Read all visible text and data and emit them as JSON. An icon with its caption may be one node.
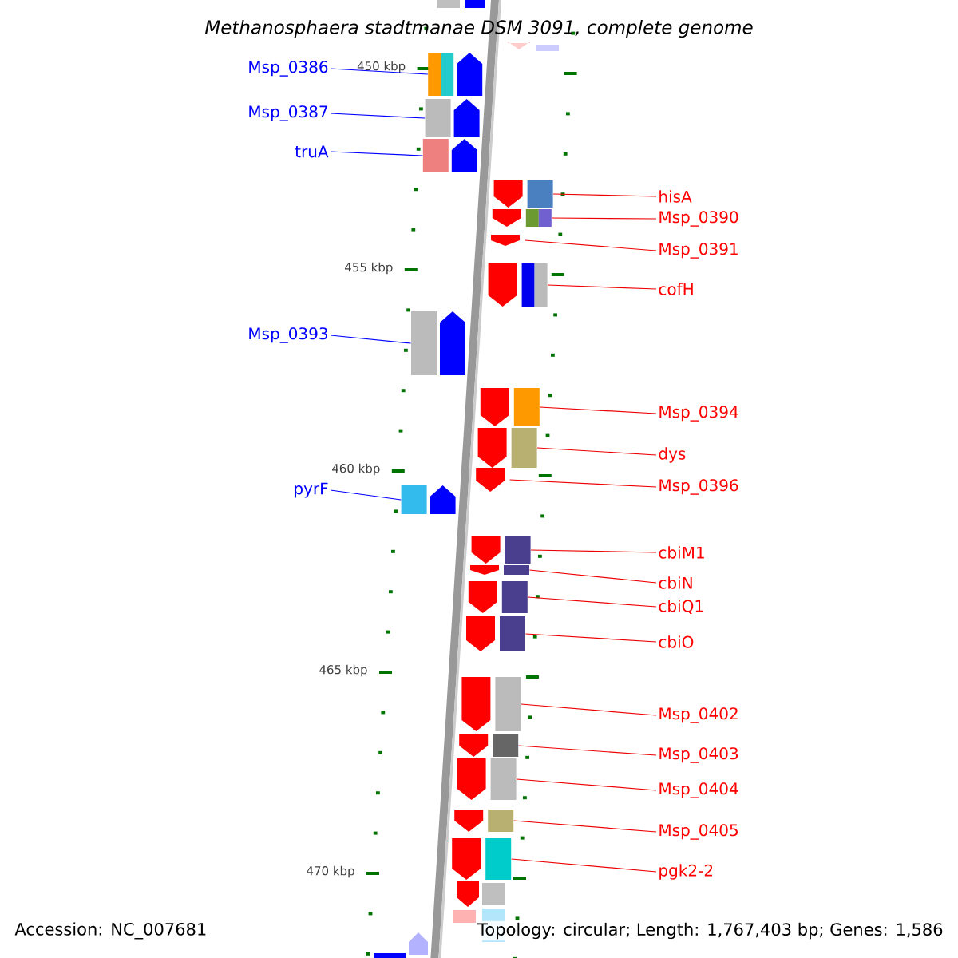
{
  "diagram": {
    "title": "Methanosphaera stadtmanae DSM 3091, complete genome",
    "nodes": [
      {
        "text": [
          "Msp_0386"
        ]
      },
      {
        "text": [],
        "shape": "arrow"
      },
      {
        "text": [
          "Msp_0387"
        ]
      },
      {
        "text": [],
        "shape": "arrow"
      },
      {
        "text": [
          "truA"
        ]
      },
      {
        "text": [],
        "shape": "arrow"
      },
      {
        "text": [
          "hisA"
        ]
      },
      {
        "text": [],
        "shape": "arrow"
      },
      {
        "text": [
          "Msp_0390"
        ]
      },
      {
        "text": [],
        "shape": "arrow"
      },
      {
        "text": [
          "Msp_0391"
        ]
      },
      {
        "text": [],
        "shape": "arrow"
      },
      {
        "text": [
          "cofH"
        ]
      },
      {
        "text": [],
        "shape": "arrow"
      },
      {
        "text": [
          "Msp_0393"
        ]
      },
      {
        "text": [],
        "shape": "arrow"
      },
      {
        "text": [
          "Msp_0394"
        ]
      },
      {
        "text": [],
        "shape": "arrow"
      },
      {
        "text": [
          "dys"
        ]
      },
      {
        "text": [],
        "shape": "arrow"
      },
      {
        "text": [
          "Msp_0396"
        ]
      },
      {
        "text": [],
        "shape": "arrow"
      },
      {
        "text": [
          "pyrF"
        ]
      },
      {
        "text": [],
        "shape": "arrow"
      },
      {
        "text": [
          "cbiM1"
        ]
      },
      {
        "text": [],
        "shape": "arrow"
      },
      {
        "text": [
          "cbiN"
        ]
      },
      {
        "text": [],
        "shape": "arrow"
      },
      {
        "text": [
          "cbiQ1"
        ]
      },
      {
        "text": [],
        "shape": "arrow"
      },
      {
        "text": [
          "cbiO"
        ]
      },
      {
        "text": [],
        "shape": "arrow"
      },
      {
        "text": [
          "Msp_0402"
        ]
      },
      {
        "text": [],
        "shape": "arrow"
      },
      {
        "text": [
          "Msp_0403"
        ]
      },
      {
        "text": [],
        "shape": "arrow"
      },
      {
        "text": [
          "Msp_0404"
        ]
      },
      {
        "text": [],
        "shape": "arrow"
      },
      {
        "text": [
          "Msp_0405"
        ]
      },
      {
        "text": [],
        "shape": "arrow"
      },
      {
        "text": [
          "pgk2-2"
        ]
      },
      {
        "text": [],
        "shape": "arrow"
      }
    ],
    "edges": [
      {
        "from": 0,
        "to": 1,
        "arrow": "none",
        "color": "#0000ff"
      },
      {
        "from": 2,
        "to": 3,
        "arrow": "none",
        "color": "#0000ff"
      },
      {
        "from": 4,
        "to": 5,
        "arrow": "none",
        "color": "#0000ff"
      },
      {
        "from": 6,
        "to": 7,
        "arrow": "none"
      },
      {
        "from": 8,
        "to": 9,
        "arrow": "none"
      },
      {
        "from": 10,
        "to": 11,
        "arrow": "none"
      },
      {
        "from": 12,
        "to": 13,
        "arrow": "none"
      },
      {
        "from": 14,
        "to": 15,
        "arrow": "none",
        "color": "#0000ff"
      },
      {
        "from": 16,
        "to": 17,
        "arrow": "none"
      },
      {
        "from": 18,
        "to": 19,
        "arrow": "none"
      },
      {
        "from": 20,
        "to": 21,
        "arrow": "none"
      },
      {
        "from": 22,
        "to": 23,
        "arrow": "none",
        "color": "#0000ff"
      },
      {
        "from": 24,
        "to": 25,
        "arrow": "none"
      },
      {
        "from": 26,
        "to": 27,
        "arrow": "none"
      },
      {
        "from": 28,
        "to": 29,
        "arrow": "none"
      },
      {
        "from": 30,
        "to": 31,
        "arrow": "none"
      },
      {
        "from": 32,
        "to": 33,
        "arrow": "none"
      },
      {
        "from": 34,
        "to": 35,
        "arrow": "none"
      },
      {
        "from": 36,
        "to": 37,
        "arrow": "none"
      },
      {
        "from": 38,
        "to": 39,
        "arrow": "none"
      },
      {
        "from": 40,
        "to": 41,
        "arrow": "none"
      }
    ],
    "labels": [
      "450 kbp",
      "455 kbp",
      "460 kbp",
      "465 kbp",
      "470 kbp",
      "Accession: NC_007681",
      "Topology: circular; Length: 1,767,403 bp; Genes: 1,586"
    ]
  }
}
